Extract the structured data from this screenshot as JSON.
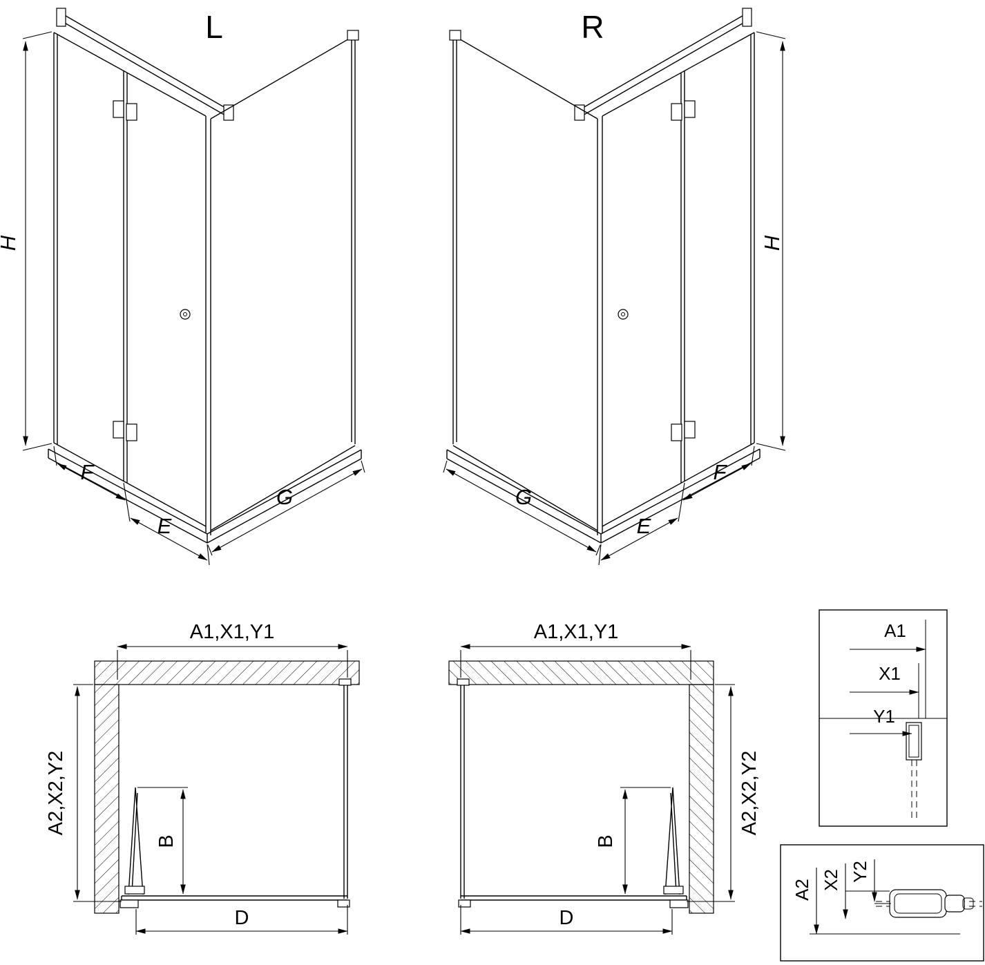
{
  "diagram": {
    "colors": {
      "line": "#000000",
      "background": "#ffffff"
    },
    "views": {
      "iso_left": {
        "title": "L",
        "height_label": "H",
        "width_left_label": "F",
        "width_mid_label": "E",
        "width_right_label": "G"
      },
      "iso_right": {
        "title": "R",
        "height_label": "H",
        "width_left_label": "G",
        "width_mid_label": "E",
        "width_right_label": "F"
      },
      "plan_left": {
        "top_dim_label": "A1,X1,Y1",
        "side_dim_label": "A2,X2,Y2",
        "door_dim_label": "B",
        "bottom_dim_label": "D"
      },
      "plan_right": {
        "top_dim_label": "A1,X1,Y1",
        "side_dim_label": "A2,X2,Y2",
        "door_dim_label": "B",
        "bottom_dim_label": "D"
      },
      "detail_top": {
        "dim1": "A1",
        "dim2": "X1",
        "dim3": "Y1"
      },
      "detail_bottom": {
        "dim1": "A2",
        "dim2": "X2",
        "dim3": "Y2"
      }
    }
  }
}
